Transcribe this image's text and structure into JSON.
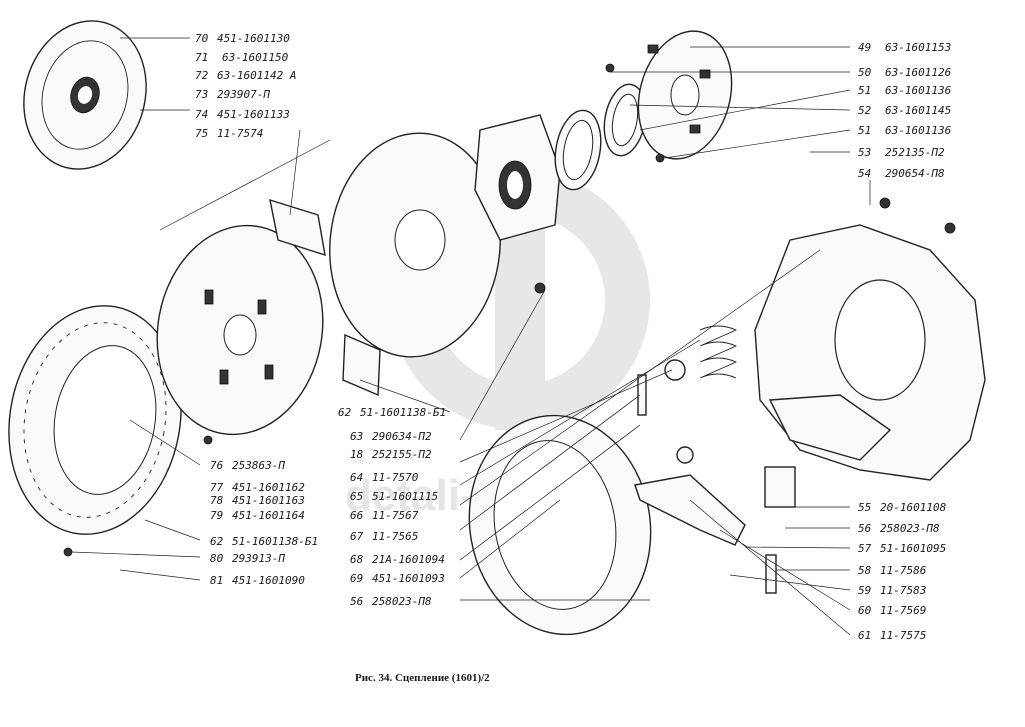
{
  "caption": "Рис. 34. Сцепление (1601)/2",
  "watermark_text": "detali-parts",
  "labels_left": [
    {
      "num": "70",
      "code": "451-1601130"
    },
    {
      "num": "71",
      "code": "63-1601150"
    },
    {
      "num": "72",
      "code": "63-1601142 А"
    },
    {
      "num": "73",
      "code": "293907-П"
    },
    {
      "num": "74",
      "code": "451-1601133"
    },
    {
      "num": "75",
      "code": "11-7574"
    }
  ],
  "labels_right_top": [
    {
      "num": "49",
      "code": "63-1601153"
    },
    {
      "num": "50",
      "code": "63-1601126"
    },
    {
      "num": "51",
      "code": "63-1601136"
    },
    {
      "num": "52",
      "code": "63-1601145"
    },
    {
      "num": "51",
      "code": "63-1601136"
    },
    {
      "num": "53",
      "code": "252135-П2"
    },
    {
      "num": "54",
      "code": "290654-П8"
    }
  ],
  "labels_center": [
    {
      "num": "62",
      "code": "51-1601138-Б1"
    },
    {
      "num": "63",
      "code": "290634-П2"
    },
    {
      "num": "18",
      "code": "252155-П2"
    },
    {
      "num": "64",
      "code": "11-7570"
    },
    {
      "num": "65",
      "code": "51-1601115"
    },
    {
      "num": "66",
      "code": "11-7567"
    },
    {
      "num": "67",
      "code": "11-7565"
    },
    {
      "num": "68",
      "code": "21А-1601094"
    },
    {
      "num": "69",
      "code": "451-1601093"
    },
    {
      "num": "56",
      "code": "258023-П8"
    }
  ],
  "labels_left_bottom": [
    {
      "num": "76",
      "code": "253863-П"
    },
    {
      "num": "77",
      "code": "451-1601162"
    },
    {
      "num": "78",
      "code": "451-1601163"
    },
    {
      "num": "79",
      "code": "451-1601164"
    },
    {
      "num": "62",
      "code": "51-1601138-Б1"
    },
    {
      "num": "80",
      "code": "293913-П"
    },
    {
      "num": "81",
      "code": "451-1601090"
    }
  ],
  "labels_right_bottom": [
    {
      "num": "55",
      "code": "20-1601108"
    },
    {
      "num": "56",
      "code": "258023-П8"
    },
    {
      "num": "57",
      "code": "51-1601095"
    },
    {
      "num": "58",
      "code": "11-7586"
    },
    {
      "num": "59",
      "code": "11-7583"
    },
    {
      "num": "60",
      "code": "11-7569"
    },
    {
      "num": "61",
      "code": "11-7575"
    }
  ]
}
